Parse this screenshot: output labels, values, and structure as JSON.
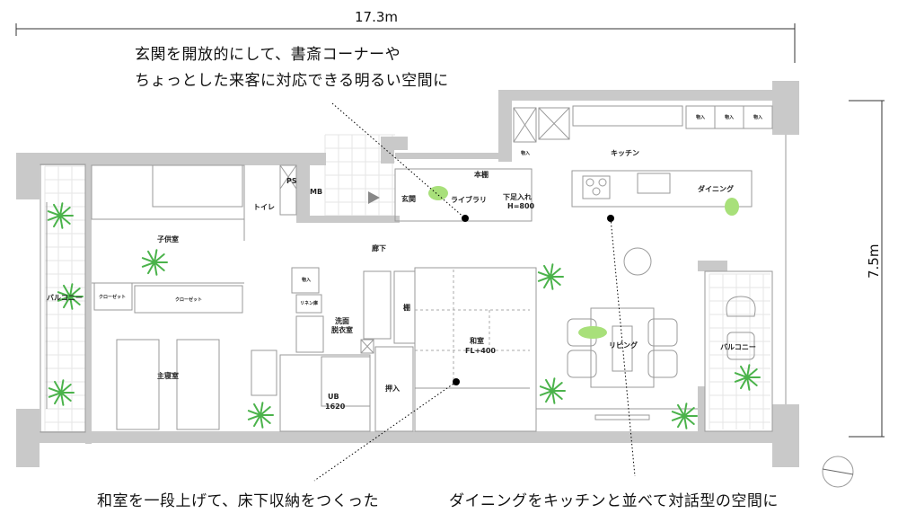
{
  "dimensions": {
    "width": "17.3m",
    "depth": "7.5m"
  },
  "captions": {
    "top_line1": "玄関を開放的にして、書斎コーナーや",
    "top_line2": "ちょっとした来客に対応できる明るい空間に",
    "bottom_left": "和室を一段上げて、床下収納をつくった",
    "bottom_right": "ダイニングをキッチンと並べて対話型の空間に"
  },
  "rooms": {
    "entrance": "玄関",
    "library": "ライブラリ",
    "bookshelf": "本棚",
    "shoe_storage": "下足入れ",
    "shoe_storage_height": "H=800",
    "child_room": "子供室",
    "toilet": "トイレ",
    "ps": "PS",
    "mb": "MB",
    "hallway": "廊下",
    "storage": "物入",
    "linen": "リネン庫",
    "washroom_1": "洗面",
    "washroom_2": "脱衣室",
    "shelf": "棚",
    "washitsu": "和室",
    "washitsu_level": "FL+400",
    "ub": "UB",
    "ub_size": "1620",
    "oshiire": "押入",
    "master_bedroom": "主寝室",
    "closet": "クローゼット",
    "balcony": "バルコニー",
    "kitchen": "キッチン",
    "dining": "ダイニング",
    "living": "リビング"
  },
  "colors": {
    "wall": "#c9c9c9",
    "plant": "#4bb34b",
    "figure": "#a8e07a"
  }
}
